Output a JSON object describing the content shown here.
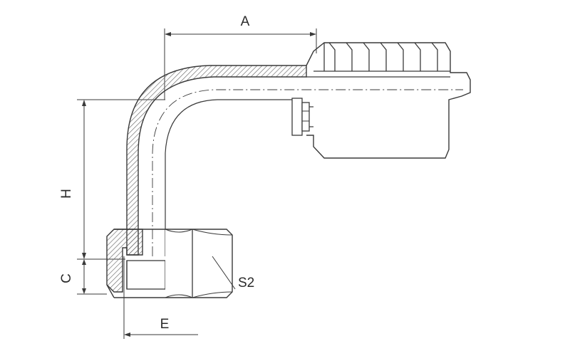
{
  "diagram": {
    "labels": {
      "a": "A",
      "h": "H",
      "c": "C",
      "e": "E",
      "s2": "S2"
    },
    "colors": {
      "line": "#3a3a3a",
      "hatch": "#6a6a6a",
      "background": "#ffffff"
    }
  }
}
